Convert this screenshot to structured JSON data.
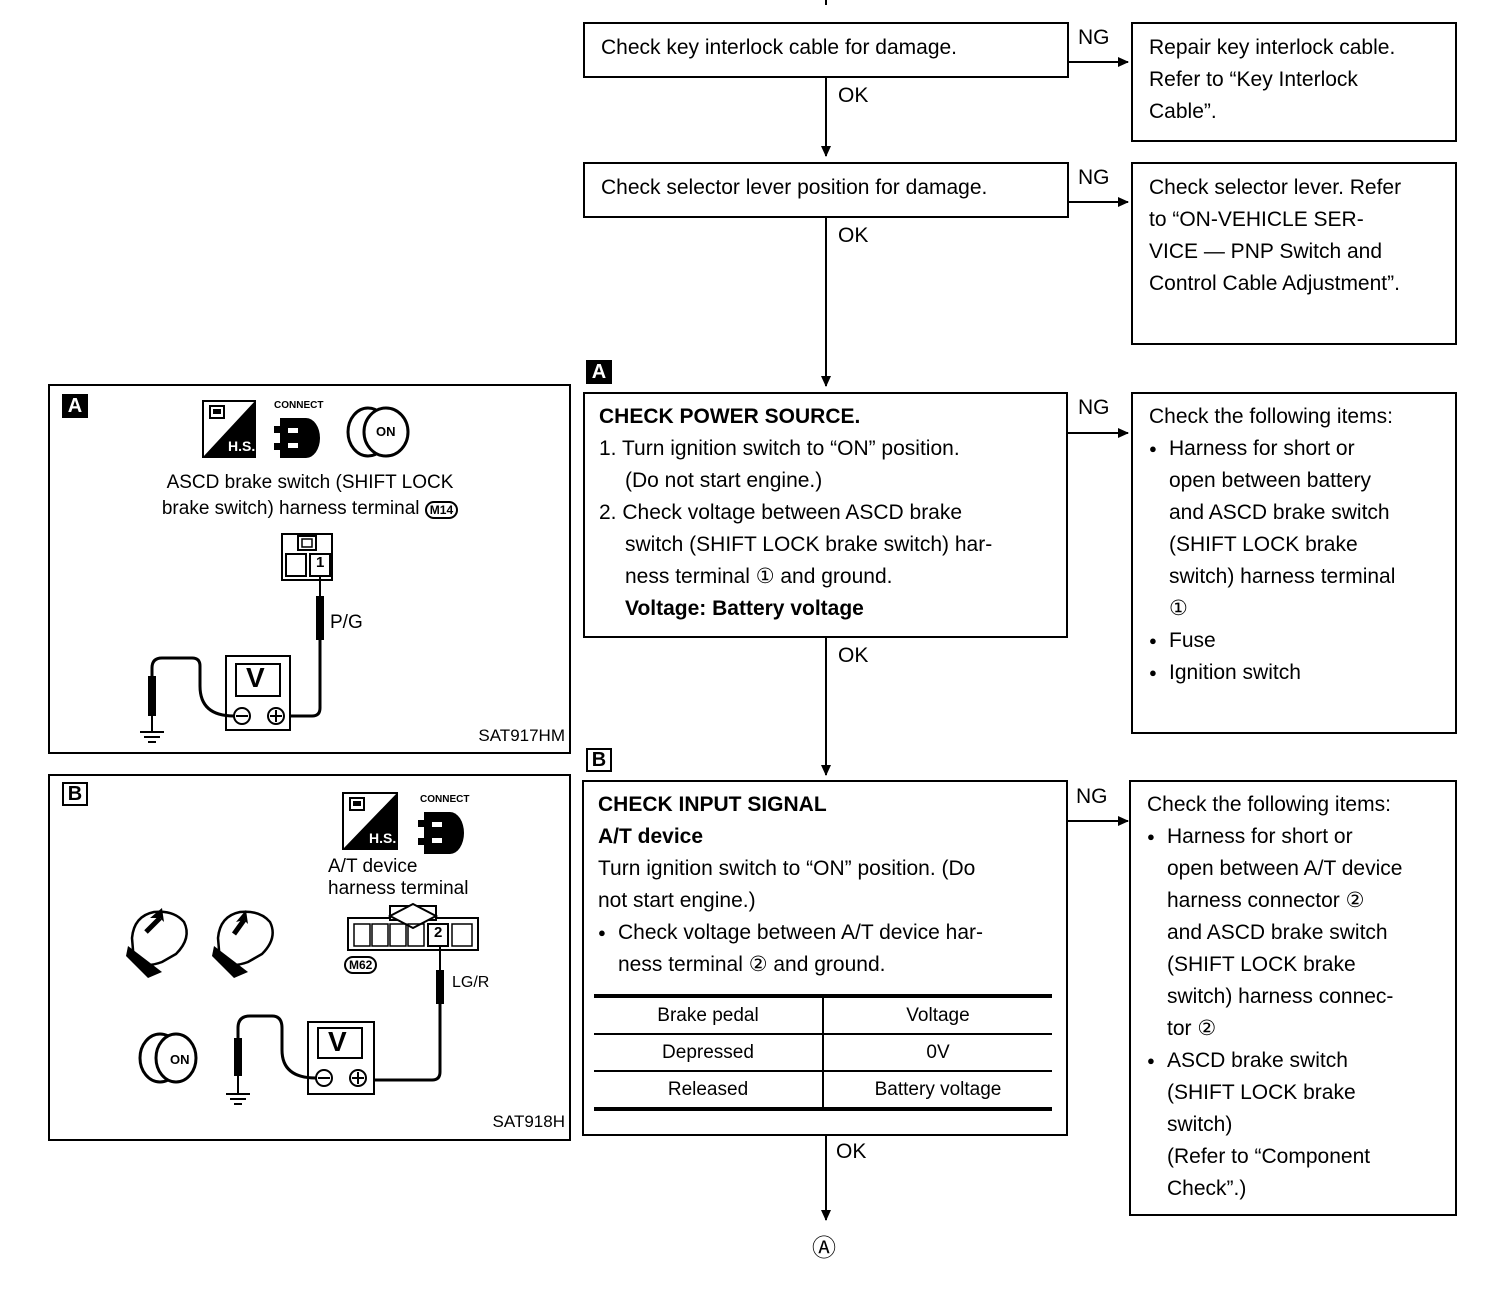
{
  "flow": {
    "step1": {
      "text": "Check key interlock cable for damage."
    },
    "step1_ng": {
      "lines": [
        "Repair key interlock cable.",
        "Refer to “Key Interlock",
        "Cable”."
      ]
    },
    "step2": {
      "text": "Check selector lever position for damage."
    },
    "step2_ng": {
      "lines": [
        "Check selector lever. Refer",
        "to “ON-VEHICLE SER-",
        "VICE — PNP Switch and",
        "Control Cable Adjustment”."
      ]
    },
    "step3": {
      "tag": "A",
      "title": "CHECK POWER SOURCE.",
      "item1a": "1. Turn ignition switch to “ON” position.",
      "item1b": "(Do not start engine.)",
      "item2a": "2. Check voltage between ASCD brake",
      "item2b": "switch (SHIFT LOCK brake switch) har-",
      "item2c": "ness terminal ①  and ground.",
      "spec": "Voltage: Battery voltage"
    },
    "step3_ng": {
      "title": "Check the following items:",
      "bullet1": [
        "Harness for short or",
        "open between battery",
        "and ASCD brake switch",
        "(SHIFT LOCK brake",
        "switch) harness terminal",
        "①"
      ],
      "bullet2": "Fuse",
      "bullet3": "Ignition switch"
    },
    "step4": {
      "tag": "B",
      "title": "CHECK INPUT SIGNAL",
      "subtitle": "A/T device",
      "line1": "Turn ignition switch to “ON” position. (Do",
      "line2": "not start engine.)",
      "bullet_a": "Check voltage between A/T device har-",
      "bullet_b": "ness terminal ②  and ground.",
      "table": {
        "headers": [
          "Brake pedal",
          "Voltage"
        ],
        "rows": [
          [
            "Depressed",
            "0V"
          ],
          [
            "Released",
            "Battery voltage"
          ]
        ]
      }
    },
    "step4_ng": {
      "title": "Check the following items:",
      "bullet1": [
        "Harness for short or",
        "open between A/T device",
        "harness connector ②",
        "and ASCD brake switch",
        "(SHIFT LOCK brake",
        "switch) harness connec-",
        "tor ②"
      ],
      "bullet2": [
        "ASCD brake switch",
        "(SHIFT LOCK brake",
        "switch)",
        "(Refer to “Component",
        "Check”.)"
      ]
    },
    "ok_label": "OK",
    "ng_label": "NG",
    "end_connector": "Ⓐ"
  },
  "figures": {
    "fig_a": {
      "tag": "A",
      "caption_line1": "ASCD brake switch (SHIFT LOCK",
      "caption_line2": "brake switch) harness terminal",
      "connector_code": "M14",
      "terminal": "1",
      "wire": "P/G",
      "meter": "V",
      "icon_hs": "H.S.",
      "icon_connect": "CONNECT",
      "icon_on": "ON",
      "code": "SAT917HM"
    },
    "fig_b": {
      "tag": "B",
      "caption_line1": "A/T device",
      "caption_line2": "harness terminal",
      "connector_code": "M62",
      "terminal": "2",
      "wire": "LG/R",
      "meter": "V",
      "icon_hs": "H.S.",
      "icon_connect": "CONNECT",
      "icon_on": "ON",
      "code": "SAT918H"
    }
  }
}
